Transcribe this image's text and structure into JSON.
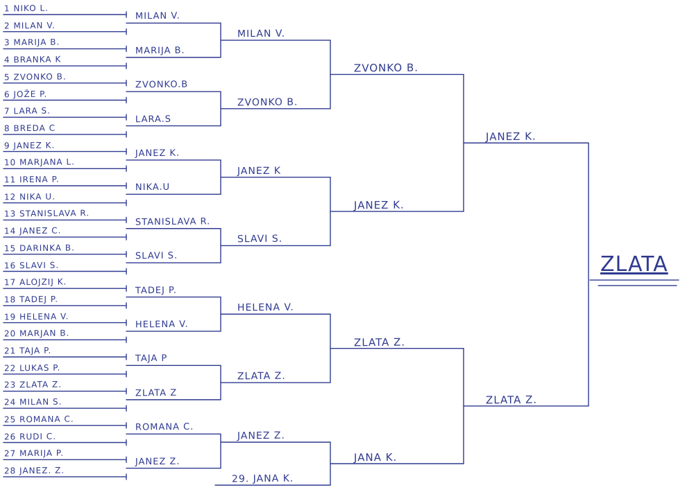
{
  "round1": [
    "1 NIKO L.",
    "2 MILAN V.",
    "3 MARIJA B.",
    "4 BRANKA K",
    "5 ZVONKO B.",
    "6 JOŽE P.",
    "7 LARA S.",
    "8 BREDA C",
    "9 JANEZ K.",
    "10 MARJANA L.",
    "11 IRENA P.",
    "12 NIKA U.",
    "13 STANISLAVA R.",
    "14 JANEZ C.",
    "15 DARINKA B.",
    "16 SLAVI S.",
    "17 ALOJZIJ K.",
    "18 TADEJ P.",
    "19 HELENA V.",
    "20 MARJAN B.",
    "21 TAJA P.",
    "22 LUKAS P.",
    "23 ZLATA Z.",
    "24 MILAN S.",
    "25 ROMANA C.",
    "26 RUDI C.",
    "27 MARIJA P.",
    "28 JANEZ. Z."
  ],
  "round2": [
    "MILAN V.",
    "MARIJA B.",
    "ZVONKO.B",
    "LARA.S",
    "JANEZ K.",
    "NIKA.U",
    "STANISLAVA R.",
    "SLAVI S.",
    "TADEJ P.",
    "HELENA V.",
    "TAJA P",
    "ZLATA Z",
    "ROMANA C.",
    "JANEZ Z."
  ],
  "round3": [
    "MILAN V.",
    "ZVONKO B.",
    "JANEZ K",
    "SLAVI S.",
    "HELENA V.",
    "ZLATA Z.",
    "JANEZ Z.",
    "29. JANA K."
  ],
  "round4": [
    "ZVONKO B.",
    "JANEZ K.",
    "ZLATA Z.",
    "JANA K."
  ],
  "round5": [
    "JANEZ K.",
    "ZLATA Z."
  ],
  "winner": "ZLATA"
}
